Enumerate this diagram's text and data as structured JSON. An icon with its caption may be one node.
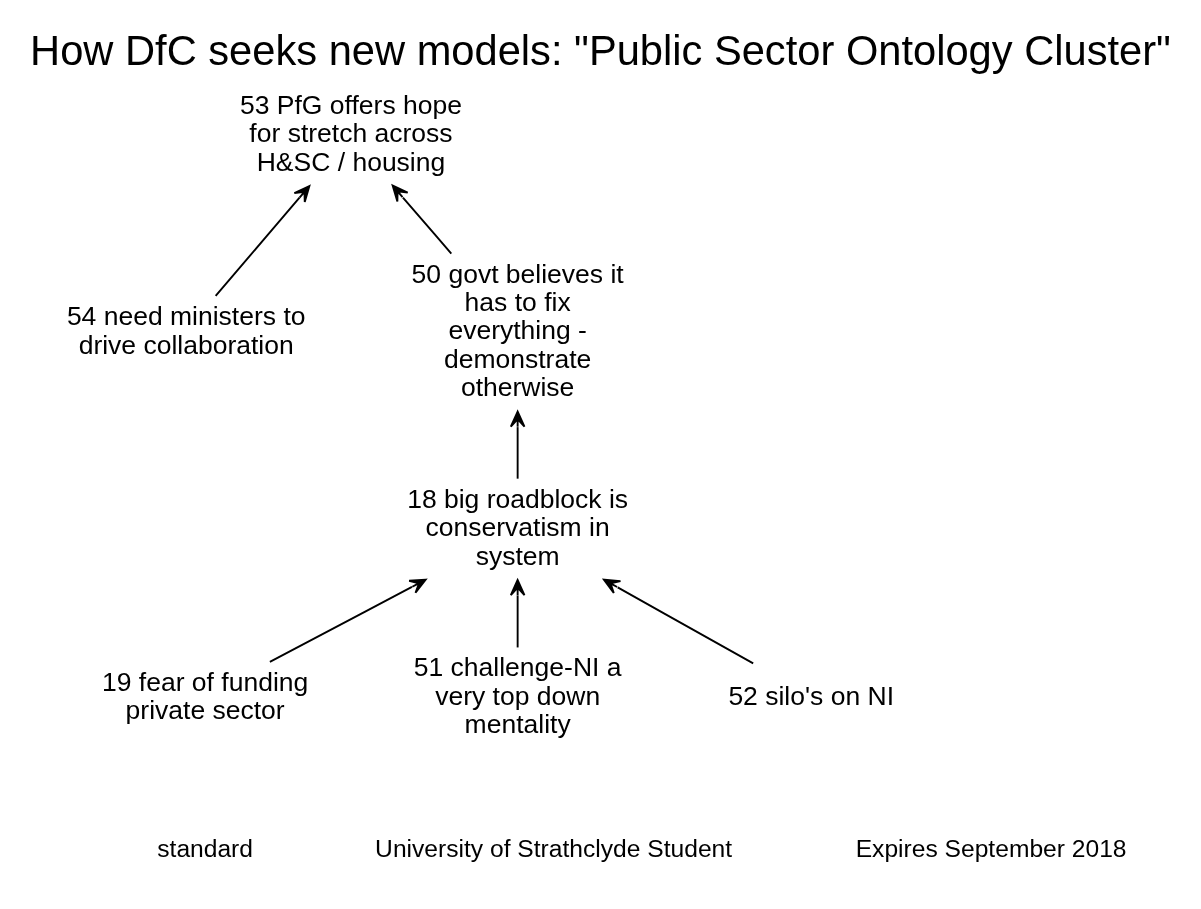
{
  "diagram": {
    "title": "How DfC seeks new models: \"Public Sector Ontology Cluster\"",
    "nodes": [
      {
        "text": [
          "53 PfG offers hope for stretch across H&SC / housing"
        ]
      },
      {
        "text": [
          "54 need ministers to drive collaboration"
        ]
      },
      {
        "text": [
          "50 govt believes it has to fix everything - demonstrate otherwise"
        ]
      },
      {
        "text": [
          "18 big roadblock is conservatism in system"
        ]
      },
      {
        "text": [
          "19 fear of funding private sector"
        ]
      },
      {
        "text": [
          "51 challenge-NI a very top down mentality"
        ]
      },
      {
        "text": [
          "52 silo's on NI"
        ]
      }
    ],
    "edges": [
      {
        "from": 1,
        "to": 0,
        "arrow": "to"
      },
      {
        "from": 2,
        "to": 0,
        "arrow": "to"
      },
      {
        "from": 3,
        "to": 2,
        "arrow": "to"
      },
      {
        "from": 4,
        "to": 3,
        "arrow": "to"
      },
      {
        "from": 6,
        "to": 3,
        "arrow": "to"
      },
      {
        "from": 5,
        "to": 3,
        "arrow": "to"
      }
    ],
    "labels": [
      "standard",
      "University of Strathclyde Student",
      "Expires September 2018"
    ]
  }
}
